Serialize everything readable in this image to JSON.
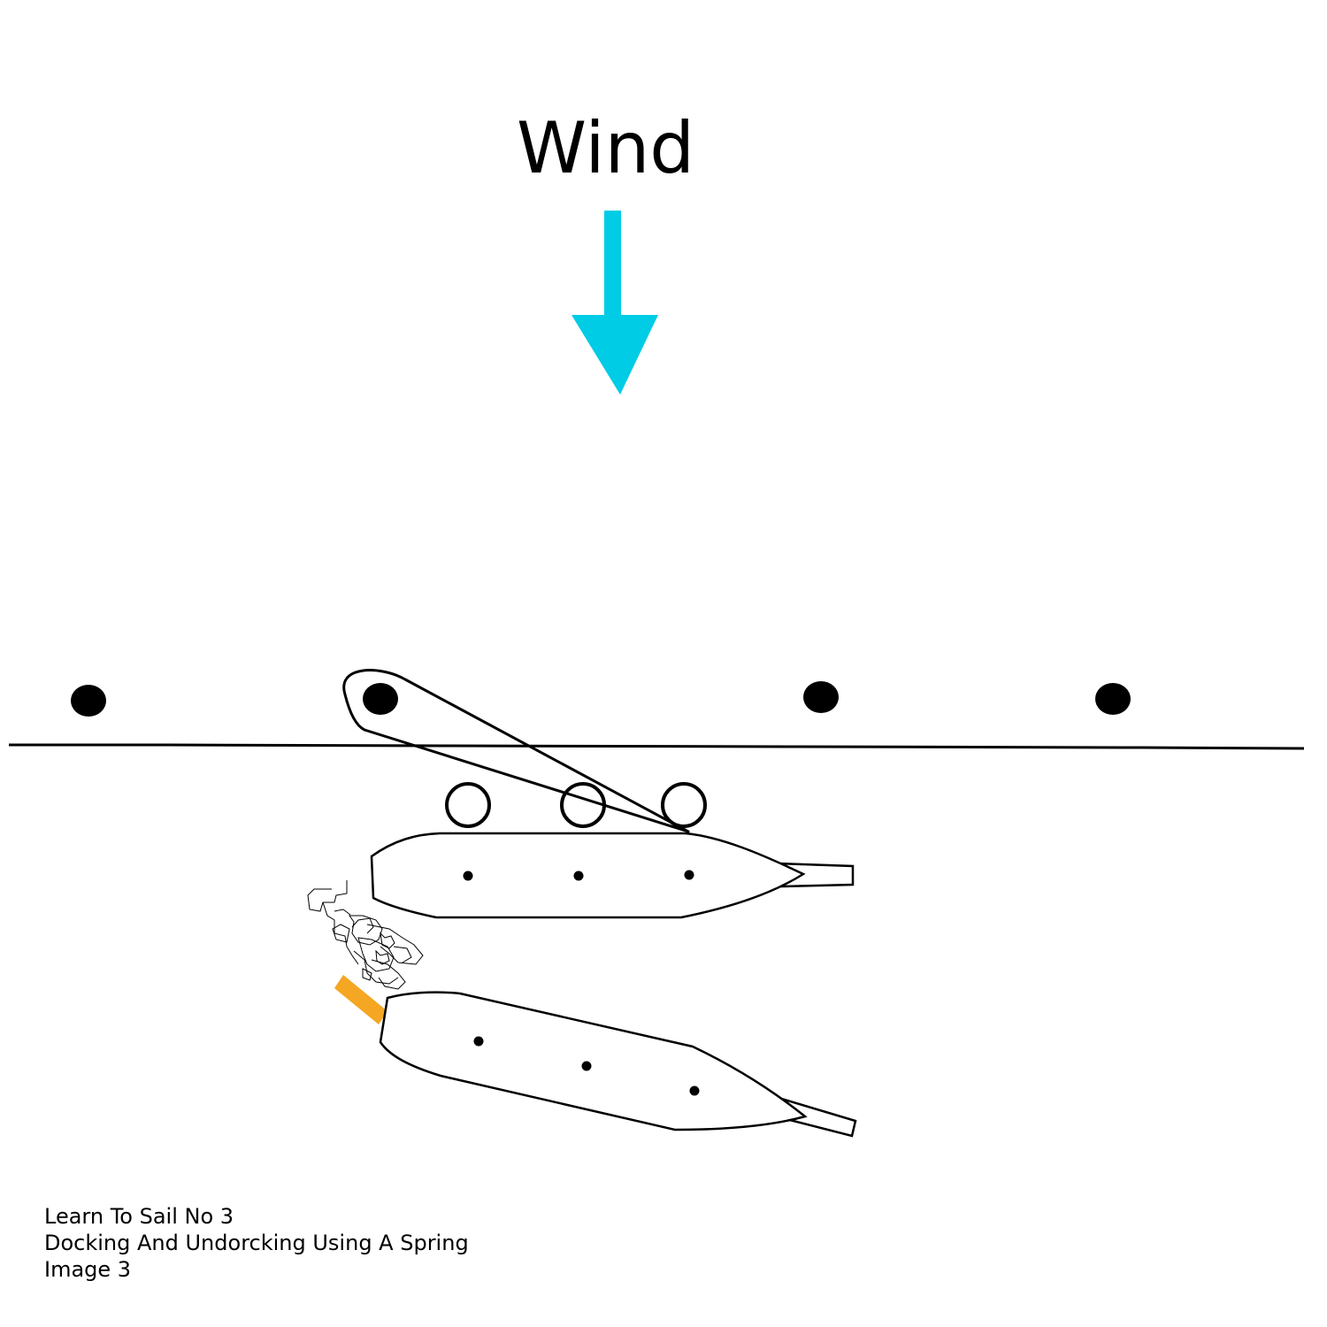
{
  "labels": {
    "wind": "Wind"
  },
  "caption": {
    "line1": "Learn To Sail No 3",
    "line2": "Docking And Undorcking Using A Spring",
    "line3": "Image 3"
  },
  "colors": {
    "wind_arrow": "#00CCE6",
    "fender_board": "#F5A623",
    "ink": "#000000",
    "background": "#FFFFFF"
  },
  "icons": {
    "wind_arrow": "down-arrow-icon",
    "bollard": "filled-dot",
    "fender": "open-circle",
    "propwash": "scribble"
  }
}
